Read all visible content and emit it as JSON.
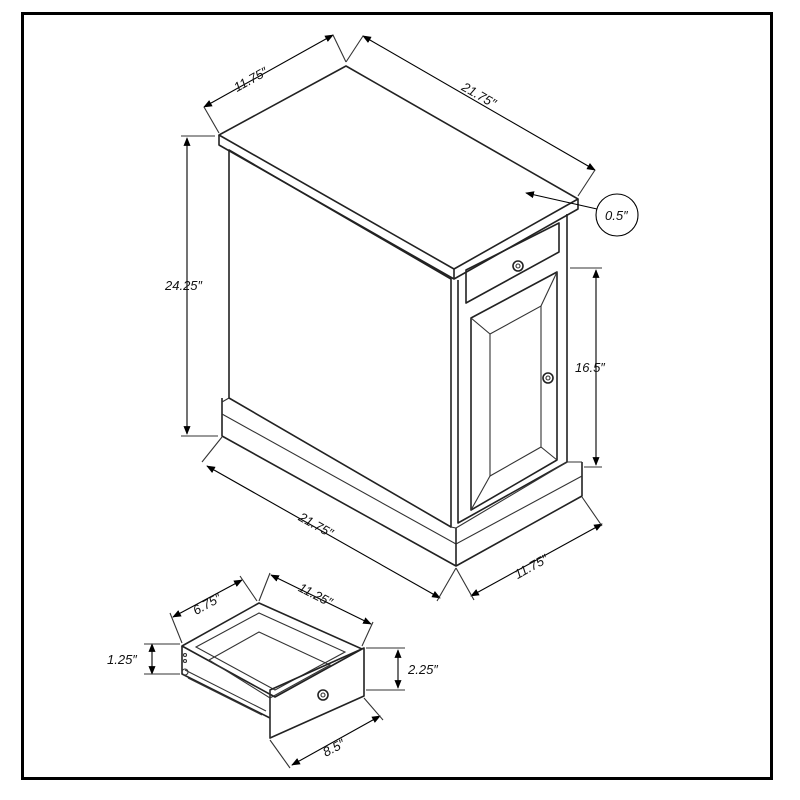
{
  "cabinet": {
    "depth_top": "11.75″",
    "width_top": "21.75″",
    "top_thickness": "0.5″",
    "height": "24.25″",
    "door_height": "16.5″",
    "width_bottom": "21.75″",
    "depth_bottom": "11.75″"
  },
  "drawer": {
    "front_depth": "6.75″",
    "width": "11.25″",
    "side_height": "1.25″",
    "front_height": "2.25″",
    "front_width": "8.5″"
  },
  "colors": {
    "line": "#222222",
    "frame": "#000000",
    "background": "#ffffff"
  }
}
